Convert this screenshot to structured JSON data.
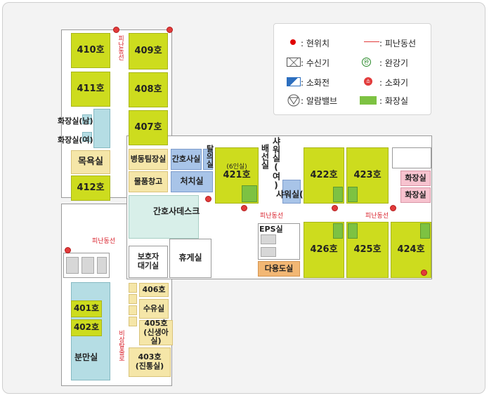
{
  "map": {
    "rooms": {
      "r410": "410호",
      "r409": "409호",
      "r411": "411호",
      "r408": "408호",
      "r407": "407호",
      "wc_m": "화장실(남)",
      "wc_f": "화장실(여)",
      "bath": "목욕실",
      "r412": "412호",
      "ward_team": "병동팀장실",
      "supply": "물품창고",
      "nurse_room": "간호사실",
      "treatment": "처치실",
      "doctor": "탈의실",
      "r421_note": "(6인실)",
      "r421": "421호",
      "dispatch": "배선실",
      "shower_f": "샤워실(여)",
      "shower_m": "샤워실(남)",
      "r422": "422호",
      "r423": "423호",
      "wc1": "화장실",
      "wc2": "화장실",
      "nurse_desk": "간호사데스크",
      "guardian": "보호자\n대기실",
      "lounge": "휴게실",
      "eps": "EPS실",
      "multi": "다용도실",
      "r426": "426호",
      "r425": "425호",
      "r424": "424호",
      "r406": "406호",
      "nursing": "수유실",
      "r405": "405호\n(신생아실)",
      "r403": "403호\n(진통실)",
      "r401": "401호",
      "r402": "402호",
      "delivery": "분만실"
    },
    "evac_labels": {
      "top": "피난동선",
      "left": "피난동선",
      "mid": "피난동선",
      "right": "피난동선",
      "emergency": "비상탈출로"
    }
  },
  "legend": {
    "current": "현위치",
    "evac": "피난동선",
    "receiver": "수신기",
    "slow_descender": "완강기",
    "hydrant": "소화전",
    "extinguisher": "소화기",
    "alarm_valve": "알람밸브",
    "restroom": "화장실",
    "slow_descender_symbol": "완",
    "extinguisher_symbol": "소",
    "colors": {
      "restroom": "#7dc242",
      "evac": "#e23b3b",
      "current": "#e00000"
    }
  }
}
